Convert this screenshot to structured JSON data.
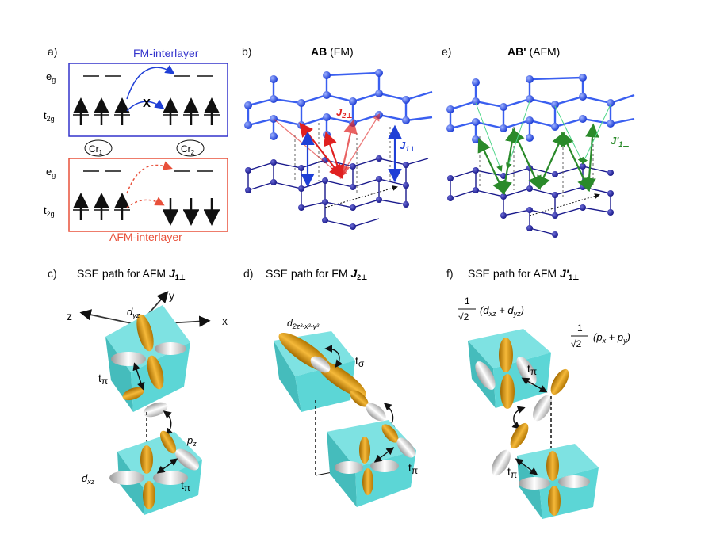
{
  "panels": {
    "a": {
      "letter": "a)",
      "fm_title": "FM-interlayer",
      "afm_title": "AFM-interlayer",
      "eg": "e",
      "eg_sub": "g",
      "t2g": "t",
      "t2g_sub": "2g",
      "cr1": "Cr",
      "cr1_sub": "1",
      "cr2": "Cr",
      "cr2_sub": "2",
      "blocked": "X"
    },
    "b": {
      "letter": "b)",
      "title_bold": "AB",
      "title_rest": " (FM)",
      "j2": "J",
      "j2_sub": "2⊥",
      "j1": "J",
      "j1_sub": "1⊥"
    },
    "e": {
      "letter": "e)",
      "title_bold": "AB'",
      "title_rest": " (AFM)",
      "jp1": "J'",
      "jp1_sub": "1⊥"
    },
    "c": {
      "letter": "c)",
      "title": "SSE path for AFM ",
      "title_j": "J",
      "title_sub": "1⊥",
      "axis_x": "x",
      "axis_y": "y",
      "axis_z": "z",
      "orb_top": "d",
      "orb_top_sub": "yz",
      "orb_p": "p",
      "orb_p_sub": "z",
      "orb_bottom": "d",
      "orb_bottom_sub": "xz",
      "hop": "t",
      "hop_sym": "π"
    },
    "d": {
      "letter": "d)",
      "title": "SSE path for FM ",
      "title_j": "J",
      "title_sub": "2⊥",
      "orb_top": "d",
      "orb_top_sub": "2z²-x²-y²",
      "hop_sigma": "t",
      "hop_sigma_sym": "σ",
      "hop_pi": "t",
      "hop_pi_sym": "π"
    },
    "f": {
      "letter": "f)",
      "title": "SSE path for AFM ",
      "title_j": "J'",
      "title_sub": "1⊥",
      "frac_num": "1",
      "frac_den": "√2",
      "combo_d": "(d",
      "combo_d_sub1": "xz",
      "combo_d_mid": " + d",
      "combo_d_sub2": "yz",
      "combo_d_end": ")",
      "combo_p": "(p",
      "combo_p_sub1": "x",
      "combo_p_mid": " + p",
      "combo_p_sub2": "y",
      "combo_p_end": ")",
      "hop": "t",
      "hop_sym": "π"
    }
  },
  "colors": {
    "fm": "#3333cc",
    "afm": "#e8503a",
    "j2": "#e02020",
    "j1": "#1f3fd6",
    "jp1": "#2a8a2a",
    "cube": "#5cd6d6",
    "orbital": "#e8a417",
    "lobe_white": "#f2f2f2"
  }
}
